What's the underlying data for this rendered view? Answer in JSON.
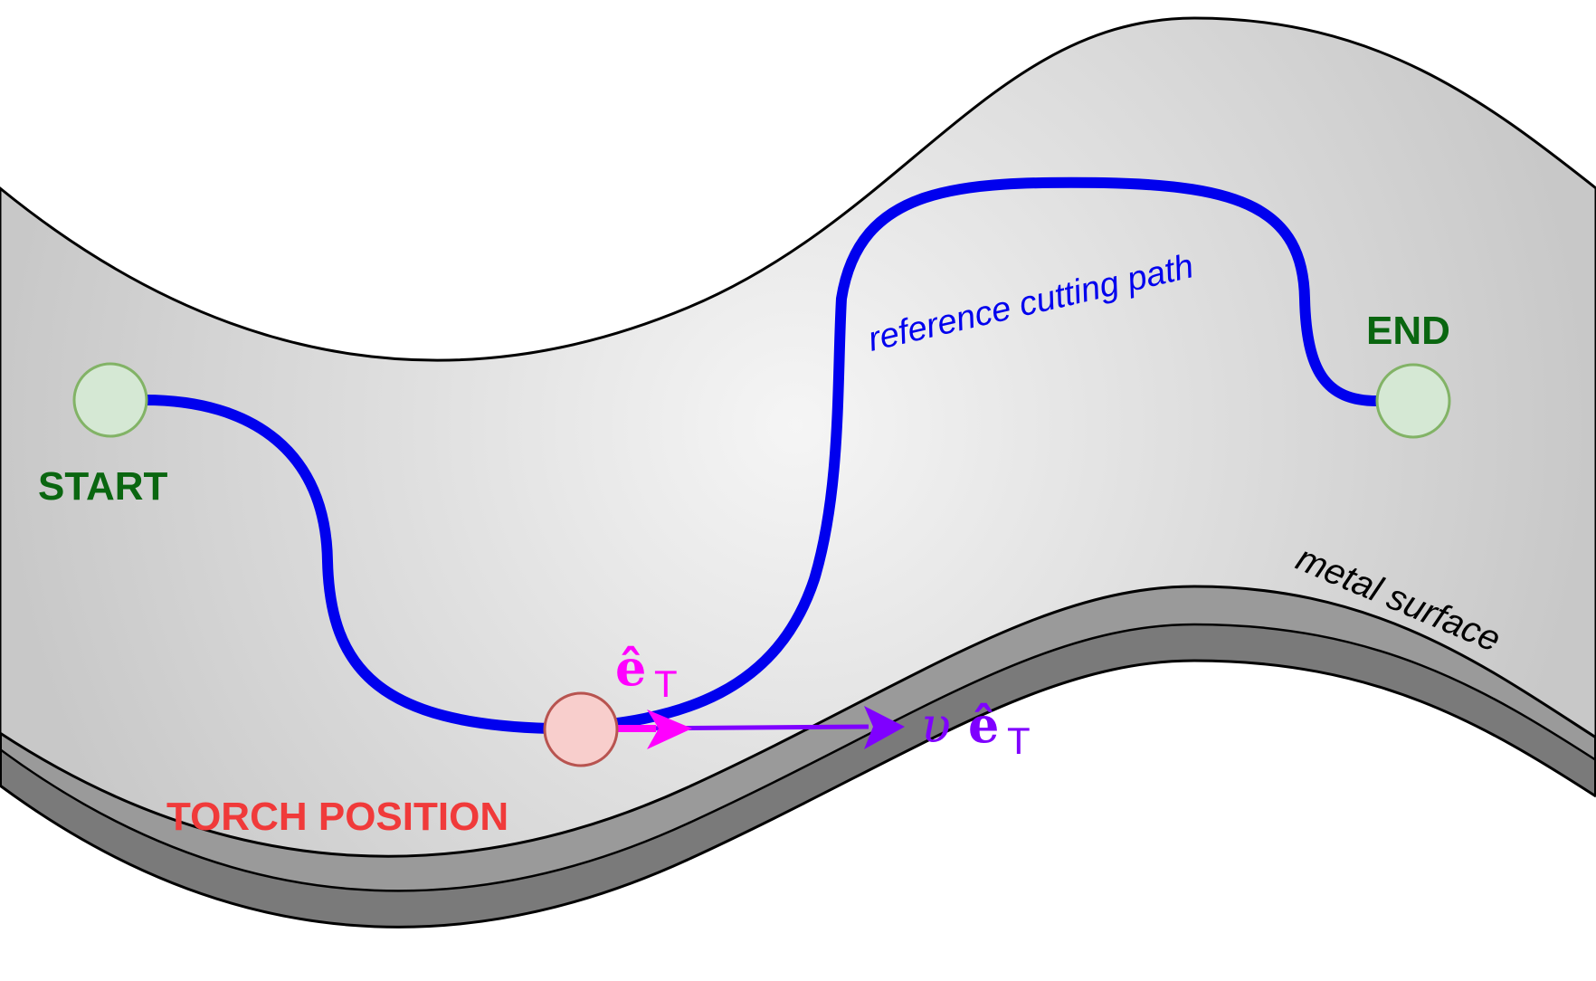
{
  "labels": {
    "start": "START",
    "end": "END",
    "torch_position": "TORCH POSITION",
    "reference_path": "reference cutting path",
    "metal_surface": "metal surface"
  },
  "tangent_label": {
    "symbol": "ê",
    "subscript": "T"
  },
  "velocity_label": {
    "scalar": "υ",
    "symbol": "ê",
    "subscript": "T"
  },
  "colors": {
    "path": "#0000ee",
    "start_end_text": "#0a6610",
    "node_fill": "#d5e8d4",
    "node_stroke": "#82b366",
    "torch_text": "#f03a3a",
    "torch_fill": "#f8cecc",
    "torch_stroke": "#b85450",
    "tangent": "#ff00ff",
    "velocity": "#7f00ff",
    "surface_light": "#f5f5f5",
    "surface_dark": "#c8c8c8",
    "edge_top": "#9a9a9a",
    "edge_bottom": "#7a7a7a"
  }
}
